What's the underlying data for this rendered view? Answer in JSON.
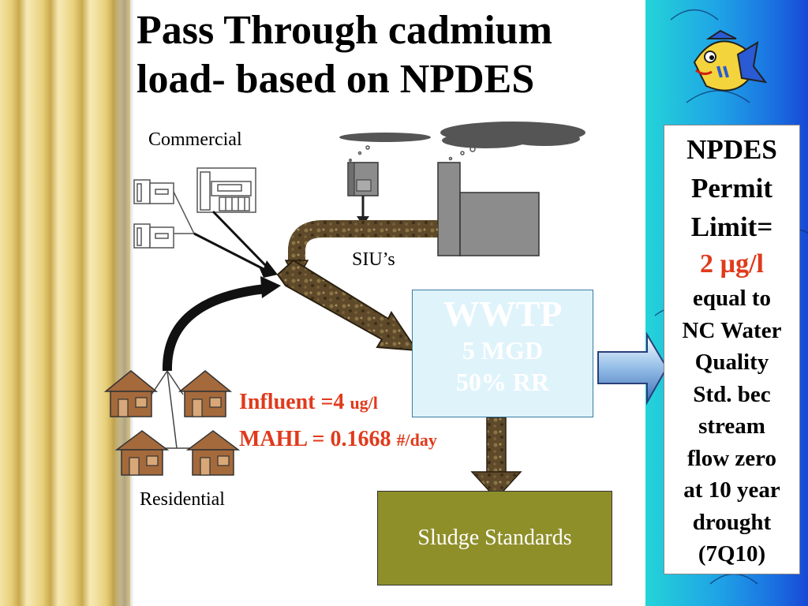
{
  "slide": {
    "title_line1": "Pass Through cadmium",
    "title_line2": "load- based on NPDES"
  },
  "labels": {
    "commercial": "Commercial",
    "sius": "SIU’s",
    "residential": "Residential"
  },
  "wwtp": {
    "title": "WWTP",
    "flow": "5 MGD",
    "removal": "50% RR"
  },
  "influent": {
    "label": "Influent =4",
    "unit": "ug/l"
  },
  "mahl": {
    "label": "MAHL = 0.1668",
    "unit": "#/day"
  },
  "sludge": {
    "label": "Sludge Standards"
  },
  "npdes_box": {
    "line1": "NPDES",
    "line2": "Permit",
    "line3": "Limit=",
    "line4": "2 µg/l",
    "line5": "equal to",
    "line6": "NC Water",
    "line7": "Quality",
    "line8": "Std. bec",
    "line9": "stream",
    "line10": "flow zero",
    "line11": "at 10 year",
    "line12": "drought",
    "line13": "(7Q10)"
  },
  "colors": {
    "accent_red": "#e03a1c",
    "sludge_olive": "#8f8f2a",
    "wwtp_fill": "#dff3fb",
    "pipe_brown": "#5e4a2a",
    "building_gray": "#8c8c8c",
    "house_brown": "#a56a3c"
  },
  "icons": [
    "commercial-building-icon",
    "industrial-factory-icon",
    "house-icon",
    "cloud-icon",
    "fish-icon"
  ]
}
